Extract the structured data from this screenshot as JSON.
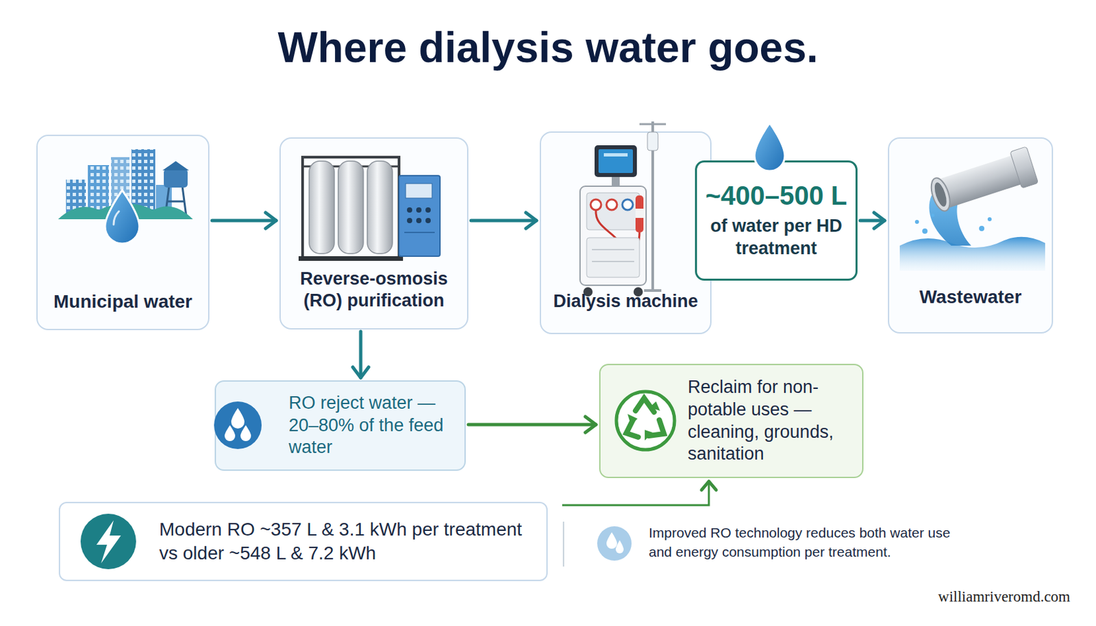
{
  "diagram": {
    "title": "Where dialysis water goes.",
    "nodes": [
      {
        "text": [
          "Municipal water"
        ]
      },
      {
        "text": [
          "Reverse-osmosis (RO) purification"
        ]
      },
      {
        "text": [
          "Dialysis machine"
        ]
      },
      {
        "text": [
          "~400–500 L",
          "of water per HD treatment"
        ]
      },
      {
        "text": [
          "Wastewater"
        ]
      },
      {
        "text": [
          "RO reject water — 20–80% of the feed water"
        ]
      },
      {
        "text": [
          "Reclaim for non-potable uses — cleaning, grounds, sanitation"
        ]
      },
      {
        "text": [
          "Modern RO ~357 L & 3.1 kWh per treatment vs older ~548 L & 7.2 kWh"
        ]
      }
    ],
    "edges": [
      {
        "from": 0,
        "to": 1,
        "arrow": "to"
      },
      {
        "from": 1,
        "to": 2,
        "arrow": "to"
      },
      {
        "from": 3,
        "to": 4,
        "arrow": "to"
      },
      {
        "from": 1,
        "to": 5,
        "arrow": "to"
      },
      {
        "from": 5,
        "to": 6,
        "arrow": "to"
      }
    ],
    "labels": [
      "Improved RO technology reduces both water use and energy consumption per treatment.",
      "williamriveromd.com"
    ]
  }
}
